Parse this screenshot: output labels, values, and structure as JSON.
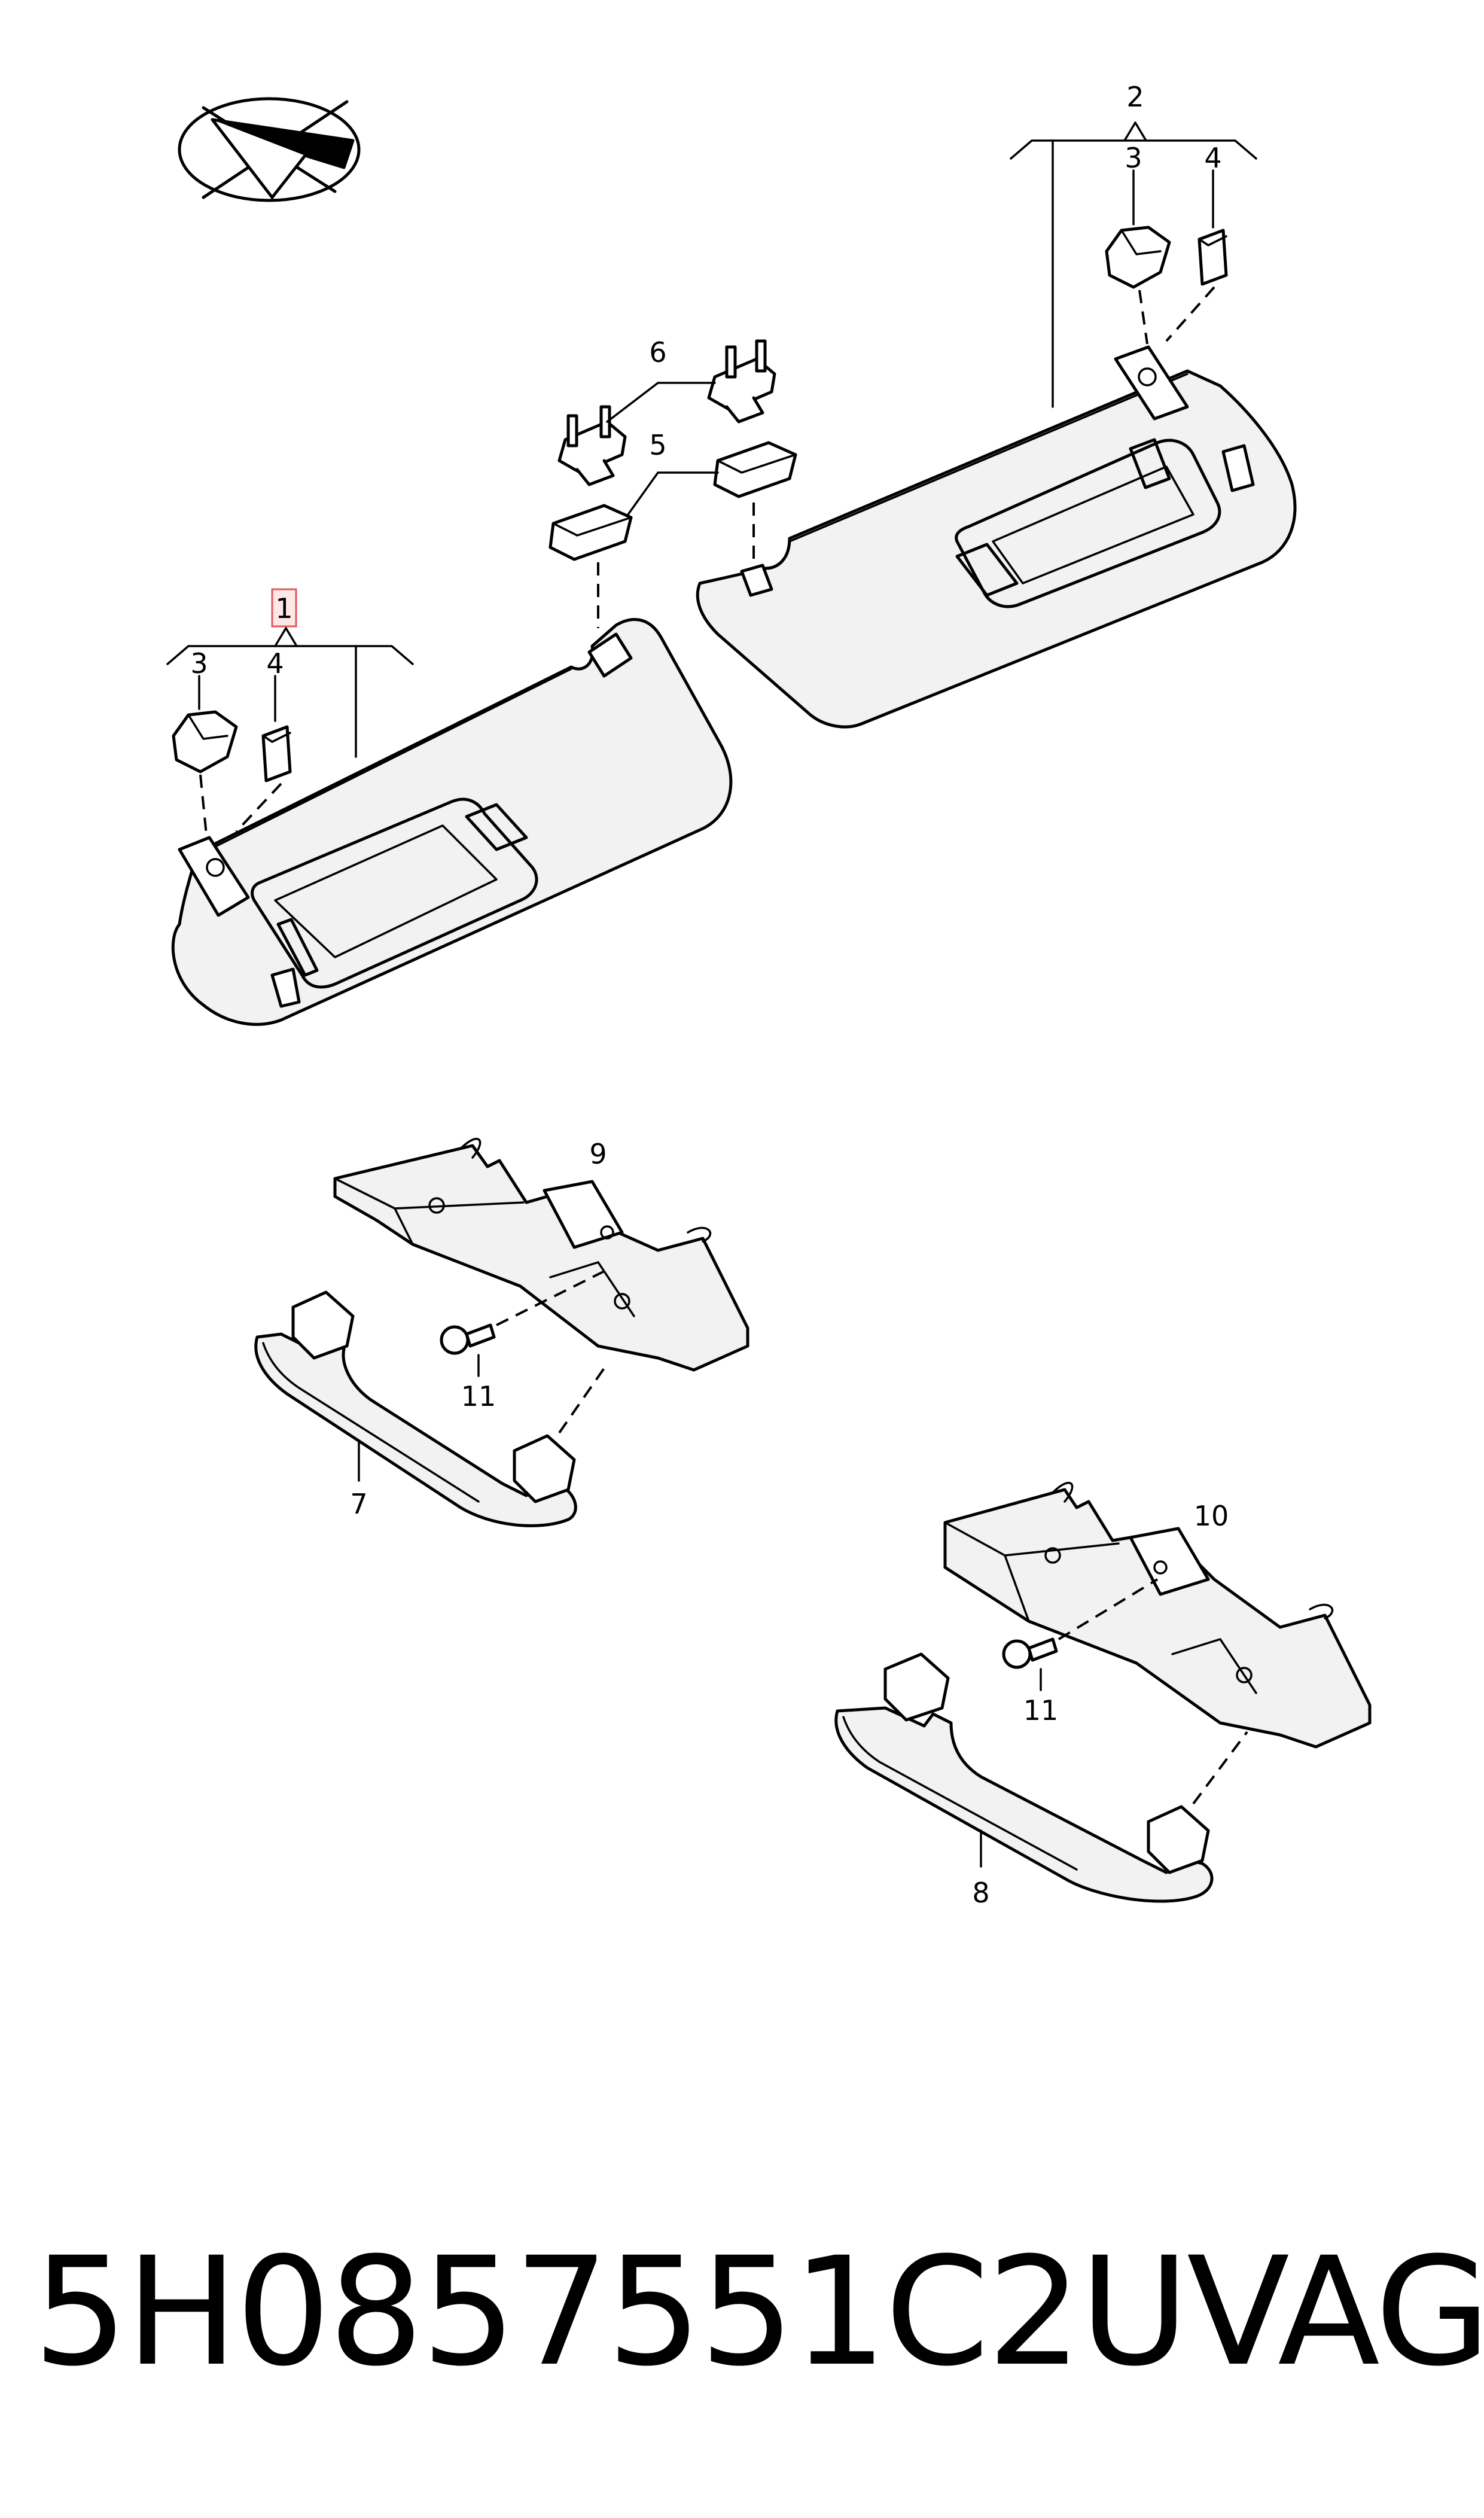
{
  "diagram": {
    "callouts": {
      "c1": "1",
      "c2": "2",
      "c3_left": "3",
      "c4_left": "4",
      "c3_right": "3",
      "c4_right": "4",
      "c5": "5",
      "c6": "6",
      "c7": "7",
      "c8": "8",
      "c9": "9",
      "c10": "10",
      "c11_top": "11",
      "c11_bottom": "11"
    },
    "highlighted_callout": "1",
    "highlight_color": "#e05a5a"
  },
  "footer": {
    "part_number": "5H0857551C2UV",
    "brand": "VAG"
  }
}
